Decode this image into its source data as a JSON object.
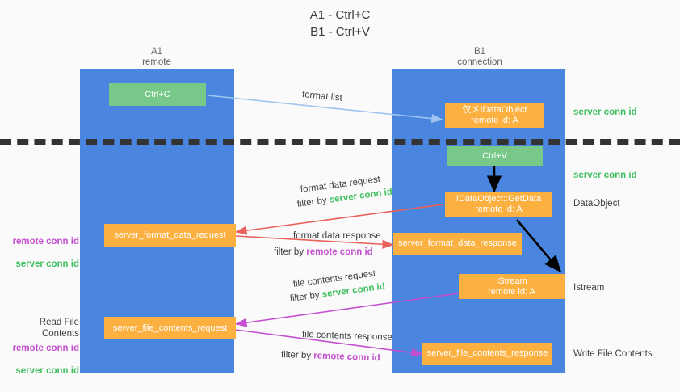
{
  "title": "A1 - Ctrl+C\nB1 - Ctrl+V",
  "colors": {
    "lane": "#4a86e0",
    "green_box": "#78c88a",
    "orange_box": "#fbb040",
    "server_conn_id": "#3fbf5f",
    "remote_conn_id": "#c44fd0",
    "arrow_blue": "#9ec5ef",
    "arrow_red": "#e8615a",
    "arrow_magenta": "#c44fd0",
    "arrow_black": "#000000",
    "background": "#fafafa"
  },
  "columns": {
    "left": "A1\nremote",
    "right": "B1\nconnection"
  },
  "nodes": {
    "ctrl_c": "Ctrl+C",
    "ctrl_v": "Ctrl+V",
    "idataobject": "仅㐅IDataObject\nremote id: A",
    "getdata": "IDataObject::GetData\nremote id: A",
    "istream": "IStream\nremote id: A",
    "server_format_data_request": "server_format_data_request",
    "server_format_data_response": "server_format_data_response",
    "server_file_contents_request": "server_file_contents_request",
    "server_file_contents_response": "server_file_contents_response"
  },
  "arrow_labels": {
    "format_list": "format list",
    "format_data_request": "format data request",
    "format_data_request_filter_prefix": "filter by ",
    "format_data_request_filter_value": "server conn id",
    "format_data_response": "format data response",
    "format_data_response_filter_prefix": "filter by ",
    "format_data_response_filter_value": "remote conn id",
    "file_contents_request": "file contents request",
    "file_contents_request_filter_prefix": "filter by ",
    "file_contents_request_filter_value": "server conn id",
    "file_contents_response": "file contents response",
    "file_contents_response_filter_prefix": "filter by ",
    "file_contents_response_filter_value": "remote conn id"
  },
  "left_notes": {
    "format_remote": "remote conn id",
    "format_server": "server conn id",
    "read_file_contents": "Read File Contents",
    "file_remote": "remote conn id",
    "file_server": "server conn id"
  },
  "right_notes": {
    "server_conn_id_top": "server conn id",
    "server_conn_id_mid": "server conn id",
    "dataobject": "DataObject",
    "istream": "Istream",
    "write_file_contents": "Write File Contents"
  }
}
